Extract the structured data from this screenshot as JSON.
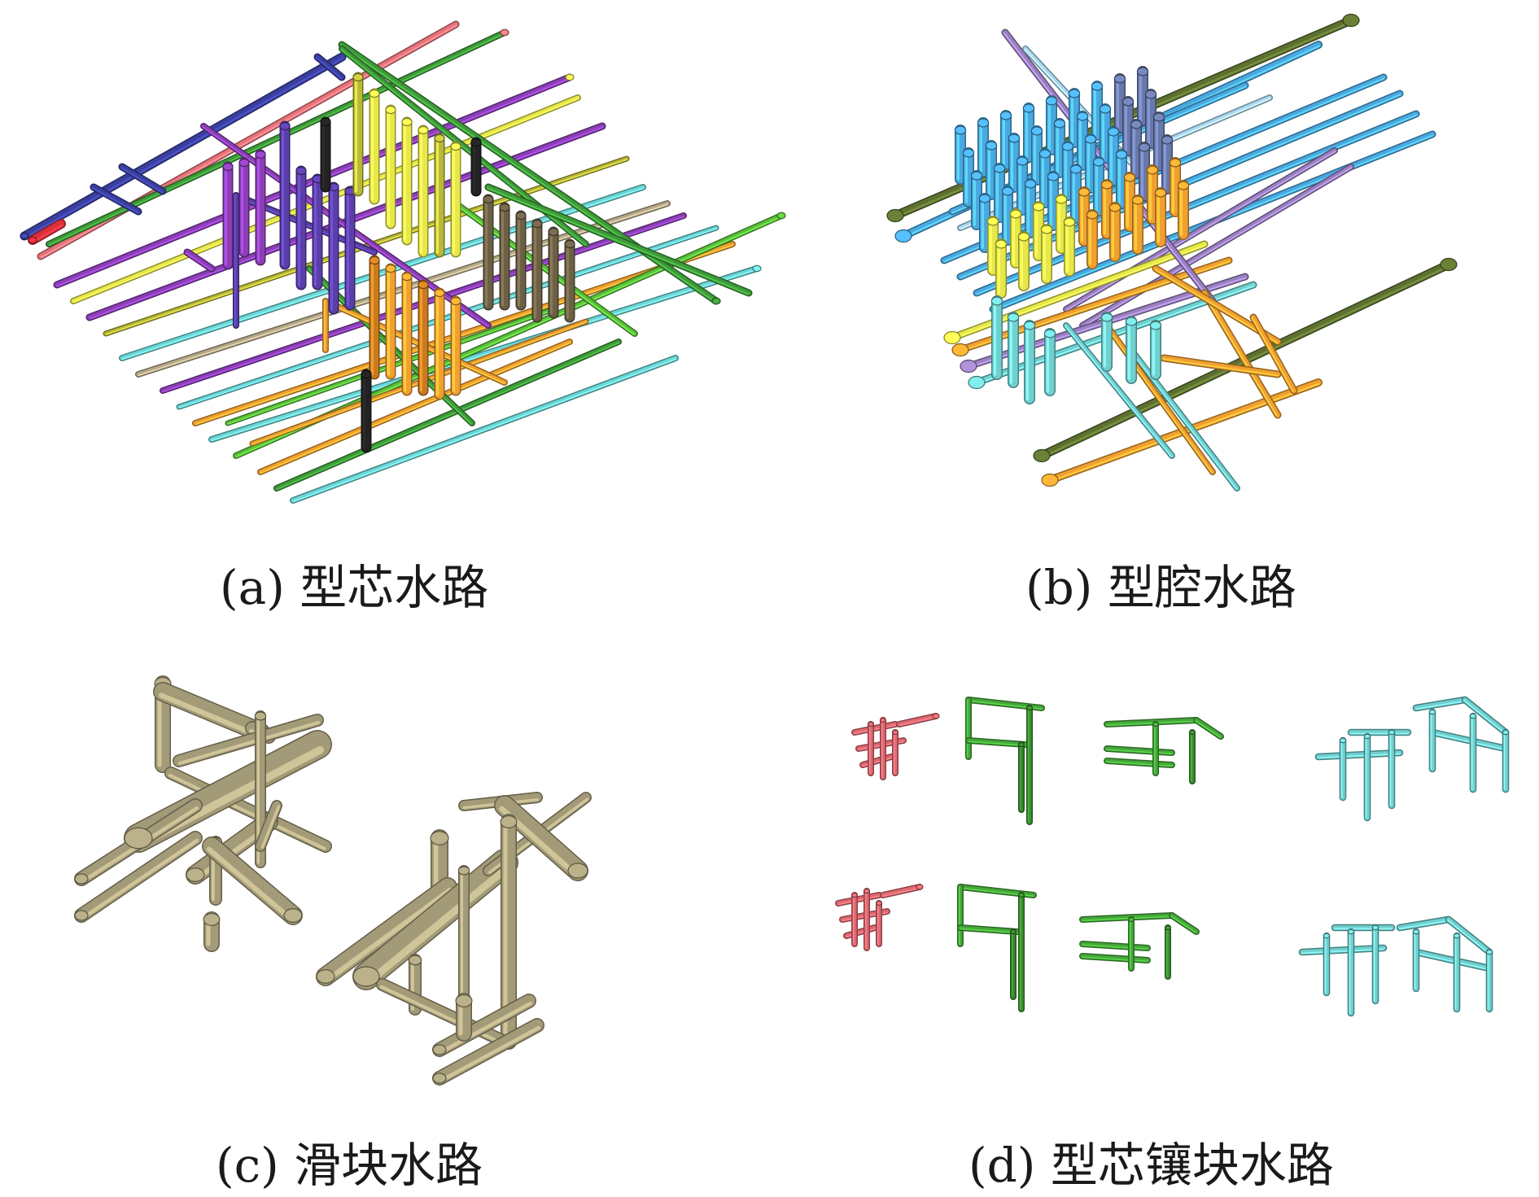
{
  "captions": {
    "a": "(a) 型芯水路",
    "b": "(b) 型腔水路",
    "c": "(c) 滑块水路",
    "d": "(d) 型芯镶块水路"
  },
  "colors": {
    "navy": "#3a3f9e",
    "salmon": "#e8737a",
    "red": "#d9303a",
    "green": "#3f9a3a",
    "brightgreen": "#5bbf3c",
    "purple": "#8a3fb5",
    "violet": "#5a3fa8",
    "yellow": "#e6e84a",
    "olive": "#b8b83a",
    "tan": "#b5a98a",
    "brown": "#6b5f45",
    "cyan": "#6cd6d6",
    "orange": "#f0a030",
    "darkorange": "#c97a20",
    "black": "#222222",
    "skyblue": "#4aa8e0",
    "lightblue": "#a9d8f0",
    "slate": "#6878a8",
    "darkolive": "#5d7030",
    "lavender": "#9a80c0",
    "khaki": "#a39a78",
    "pink": "#e06870",
    "teal": "#70d0d0",
    "grassgreen": "#46a83a"
  }
}
